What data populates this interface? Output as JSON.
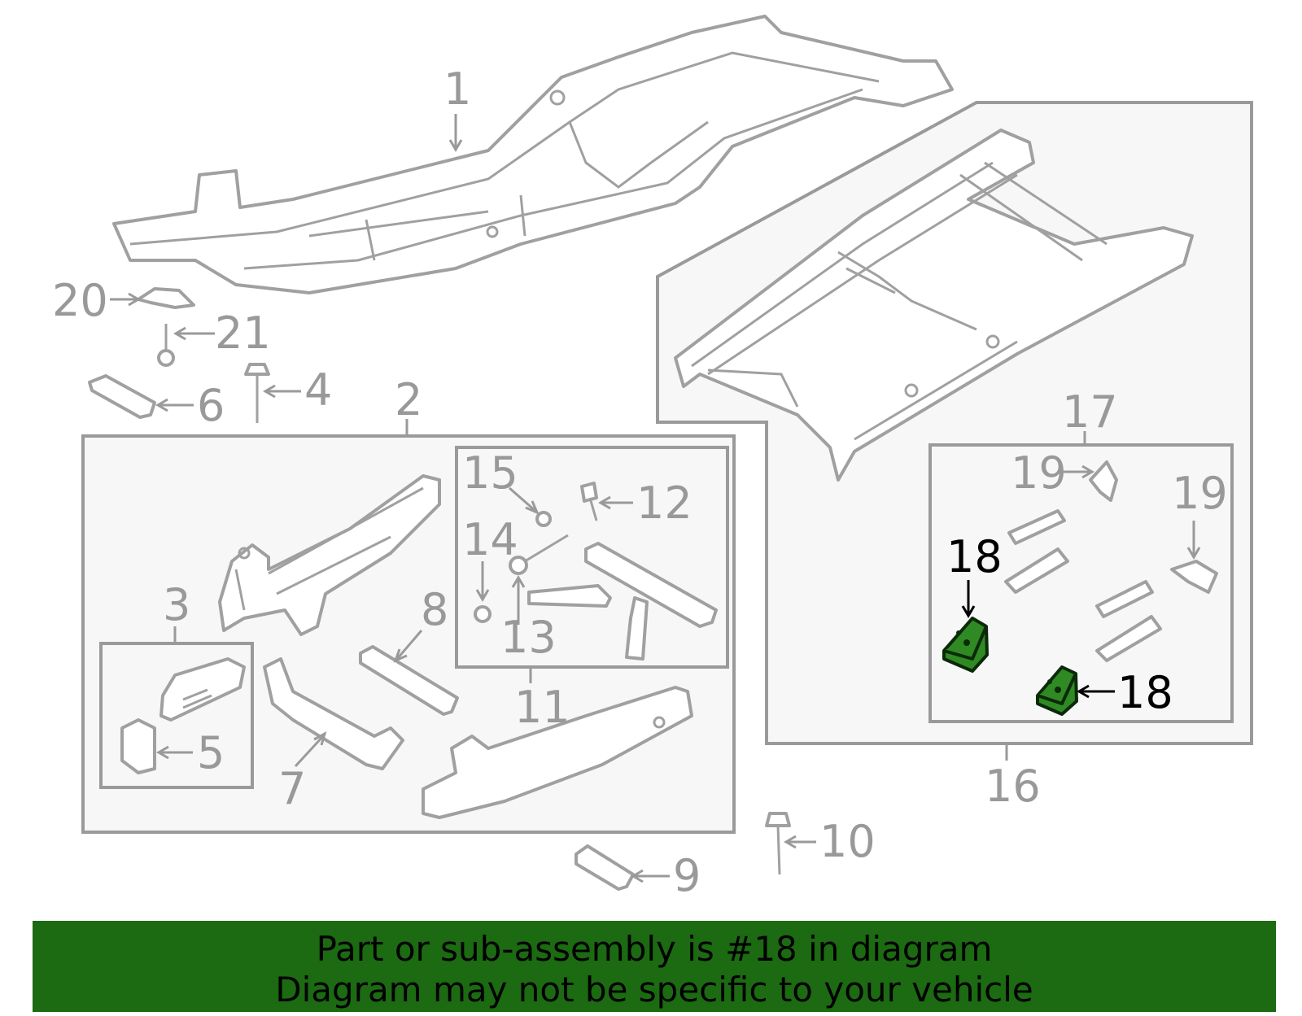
{
  "labels": {
    "p1": "1",
    "p2": "2",
    "p3": "3",
    "p4": "4",
    "p5": "5",
    "p6": "6",
    "p7": "7",
    "p8": "8",
    "p9": "9",
    "p10": "10",
    "p11": "11",
    "p12": "12",
    "p13": "13",
    "p14": "14",
    "p15": "15",
    "p16": "16",
    "p17": "17",
    "p18a": "18",
    "p18b": "18",
    "p19a": "19",
    "p19b": "19",
    "p20": "20",
    "p21": "21"
  },
  "banner": {
    "line1": "Part or sub-assembly is #18 in diagram",
    "line2": "Diagram may not be specific to your vehicle"
  },
  "colors": {
    "highlight": "#2f8a24",
    "banner": "#1c6a12",
    "line": "#9a9a9a"
  }
}
